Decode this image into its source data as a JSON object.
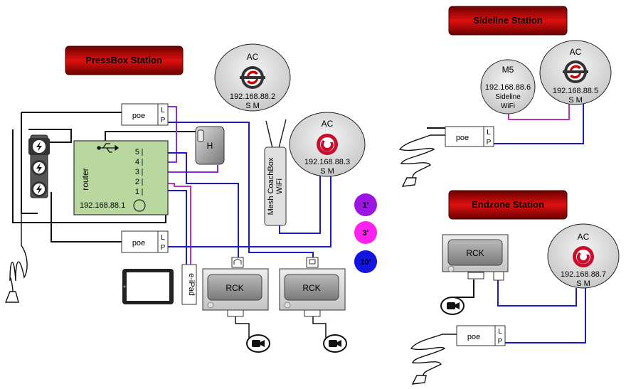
{
  "stations": {
    "pressbox": "PressBox Station",
    "sideline": "Sideline Station",
    "endzone": "Endzone Station"
  },
  "ac_label": "AC",
  "sm_label": "S M",
  "ap": {
    "pressbox_ip": "192.168.88.2",
    "mesh_ip": "192.168.88.3",
    "sideline_ip": "192.168.88.5",
    "endzone_ip": "192.168.88.7"
  },
  "m5": {
    "title": "M5",
    "ip": "192.168.88.6",
    "line1": "Sideline",
    "line2": "WiFi"
  },
  "router": {
    "label": "router",
    "ip": "192.168.88.1",
    "ports": [
      "5",
      "4",
      "3",
      "2",
      "1"
    ]
  },
  "poe": {
    "label": "poe",
    "port_l": "L",
    "port_p": "P"
  },
  "hub_label": "H",
  "coachbox": {
    "line1": "Mesh CoachBox",
    "line2": "WiFi"
  },
  "eipad": "e-iPad",
  "rck": "RCK",
  "legend": [
    {
      "label": "1'",
      "color": "#9b16e0"
    },
    {
      "label": "3'",
      "color": "#ff22ee"
    },
    {
      "label": "10'",
      "color": "#1414e0"
    }
  ],
  "colors": {
    "purple": "#8a2be2",
    "magenta": "#e030e0",
    "blue": "#1a1acc",
    "banner": "#a00000"
  }
}
